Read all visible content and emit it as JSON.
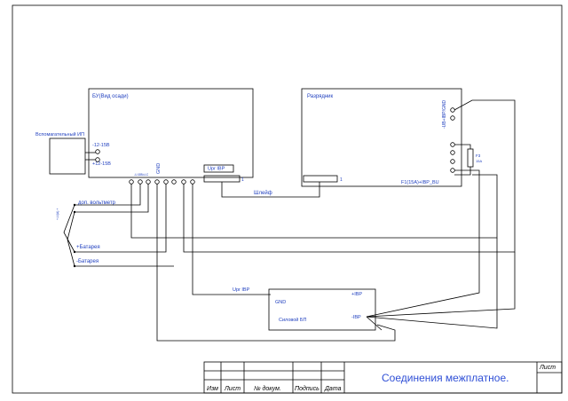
{
  "blocks": {
    "control_unit": "БУ(Вид осади)",
    "discharger": "Разрядник",
    "aux_psu": "Вспомагательный ИП",
    "power_psu": "Силовой БП"
  },
  "labels": {
    "minus_12": "-12-15В",
    "plus_12": "+12-15В",
    "gnd": "GND",
    "minus_a": "-U-БВЫ-С",
    "upr_ibp": "Upr IBP",
    "pin_1": "1",
    "loop": "Шлейф",
    "f1": "F1(15A)+IBP_BU",
    "fuse": "F3",
    "fuse_rating": "15A",
    "discharger_top": "-UB+IBP/GND",
    "voltmeter": "доп. вольтметр",
    "voltmeter_vertical": "+-U(A) +",
    "battery_plus": "+Батарея",
    "battery_minus": "-Батарея",
    "upr_ibp_low": "Upr IBP",
    "psu_plus": "+IBP",
    "psu_gnd": "GND",
    "psu_minus": "-IBP"
  },
  "title_block": {
    "title": "Соединения межплатное.",
    "sheet": "Лист",
    "izm": "Изм",
    "list": "Лист",
    "doc": "№ докум.",
    "sign": "Подпись",
    "date": "Дата"
  }
}
